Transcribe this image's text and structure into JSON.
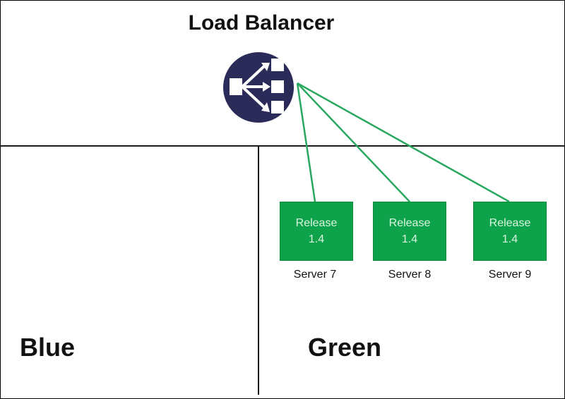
{
  "title": "Load Balancer",
  "colors": {
    "lb_circle": "#2b2b5a",
    "link": "#2aa860",
    "server_fill": "#0ea34a",
    "server_text": "#d8f5e2"
  },
  "load_balancer": {
    "icon": "load-balancer-icon"
  },
  "servers": [
    {
      "release_label": "Release",
      "version": "1.4",
      "name": "Server 7"
    },
    {
      "release_label": "Release",
      "version": "1.4",
      "name": "Server 8"
    },
    {
      "release_label": "Release",
      "version": "1.4",
      "name": "Server 9"
    }
  ],
  "regions": {
    "blue": "Blue",
    "green": "Green"
  }
}
